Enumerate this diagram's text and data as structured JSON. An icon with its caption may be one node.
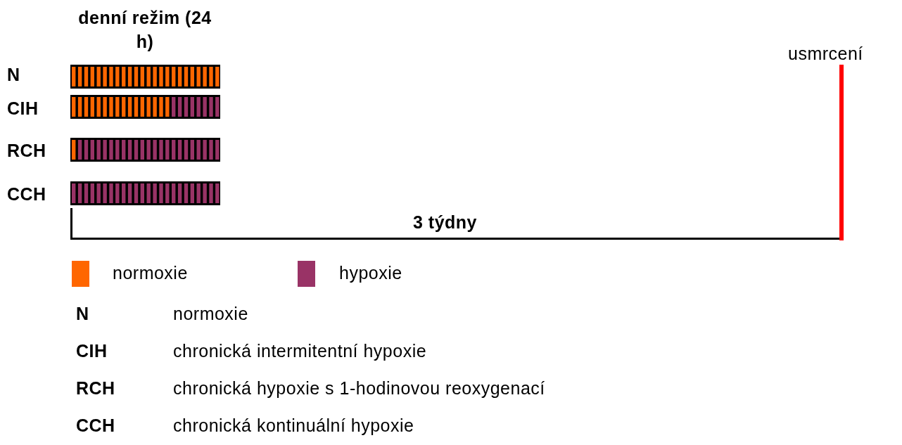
{
  "diagram": {
    "labels": [
      "denní režim (24 h)",
      "usmrcení",
      "N",
      "CIH",
      "RCH",
      "CCH",
      "3 týdny",
      "N",
      "normoxie",
      "CIH",
      "chronická intermitentní hypoxie",
      "RCH",
      "chronická hypoxie s 1-hodinovou reoxygenací",
      "CCH",
      "chronická kontinuální hypoxie"
    ],
    "legend": [
      {
        "text": "normoxie",
        "color": "#ff6600"
      },
      {
        "text": "hypoxie",
        "color": "#993366"
      }
    ]
  }
}
